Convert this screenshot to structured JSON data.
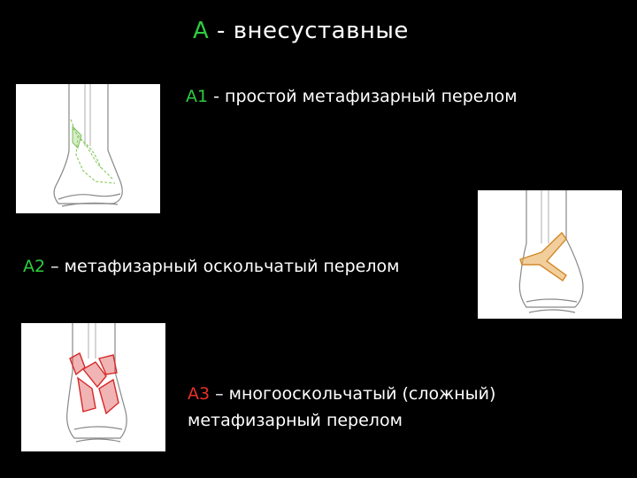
{
  "slide": {
    "title": {
      "code": "A",
      "text": " - внесуставные"
    },
    "items": [
      {
        "code": "A1",
        "text": " - простой метафизарный перелом",
        "color": "#2ecc40"
      },
      {
        "code": "A2",
        "text": " – метафизарный оскольчатый перелом",
        "color": "#2ecc40"
      },
      {
        "code": "A3",
        "text": " – многооскольчатый (сложный)",
        "text2": "метафизарный перелом",
        "color": "#e8302a"
      }
    ],
    "colors": {
      "background": "#000000",
      "text": "#ffffff",
      "accent_green": "#2ecc40",
      "accent_red": "#e8302a",
      "fracture_green": "#8fce6a",
      "fracture_orange": "#e8a64a",
      "fracture_red": "#d62828"
    }
  }
}
